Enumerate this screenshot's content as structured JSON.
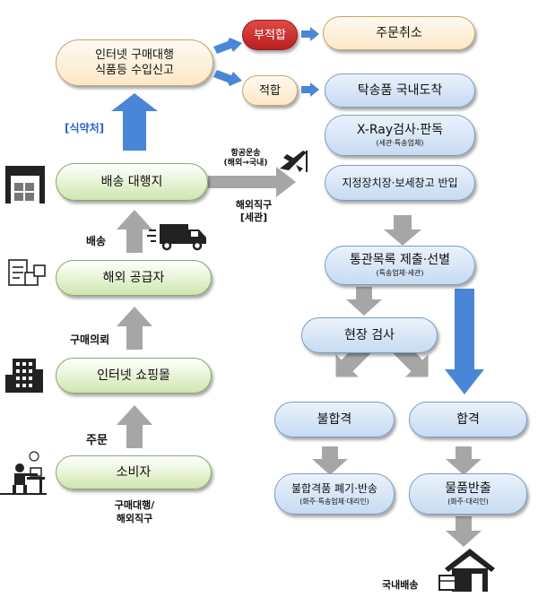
{
  "left_chain": {
    "consumer": "소비자",
    "shopping_mall": "인터넷 쇼핑몰",
    "overseas_supplier": "해외 공급자",
    "shipping_agent": "배송 대행지",
    "import_report_line1": "인터넷 구매대행",
    "import_report_line2": "식품등 수입신고"
  },
  "left_labels": {
    "bottom_line1": "구매대행/",
    "bottom_line2": "해외직구",
    "order": "주문",
    "purchase_request": "구매의뢰",
    "delivery": "배송",
    "kfda": "[식약처]"
  },
  "air_transport": {
    "line1": "항공운송",
    "line2": "(해외→국내)",
    "customs_line1": "해외직구",
    "customs_line2": "[세관]"
  },
  "decision": {
    "unsuitable": "부적합",
    "suitable": "적합",
    "cancel_order": "주문취소"
  },
  "right_flow": {
    "arrival": "탁송품 국내도착",
    "xray": "X-Ray검사·판독",
    "xray_sub": "(세관·특송업체)",
    "bonded": "지정장치장·보세창고 반입",
    "clearance": "통관목록 제출·선별",
    "clearance_sub": "(특송업체·세관)",
    "inspection": "현장 검사",
    "fail": "불합격",
    "pass": "합격",
    "disposal": "불합격품 폐기·반송",
    "disposal_sub": "(화주·특송업체·대리인)",
    "release": "물품반출",
    "release_sub": "(화주·대리인)",
    "domestic": "국내배송"
  },
  "colors": {
    "gray_arrow": "#a6a6a6",
    "blue_arrow": "#4a86d8",
    "unsuitable_red": "#c62828",
    "kfda_blue": "#2b63c9"
  }
}
